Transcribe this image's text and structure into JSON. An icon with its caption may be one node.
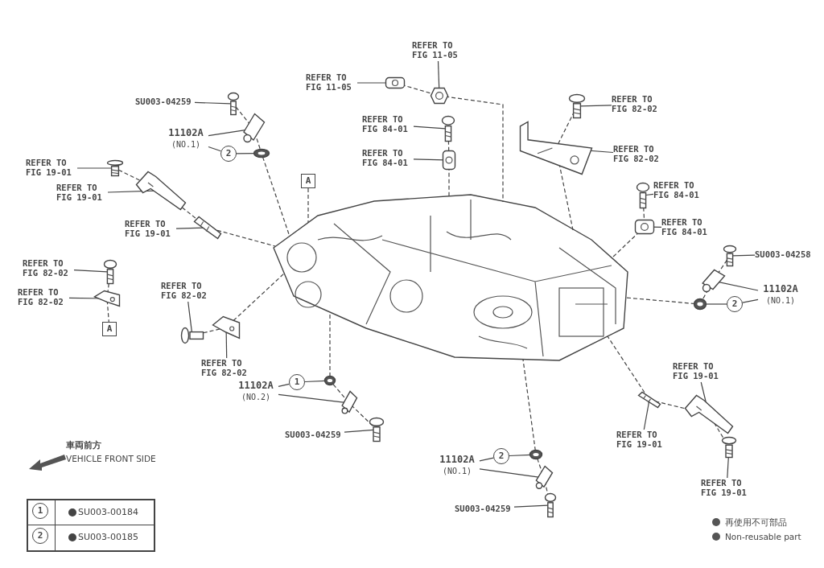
{
  "diagram": {
    "nodes": [
      {
        "text": [],
        "shape": "picture"
      },
      {
        "text": [
          "REFER TO FIG 11-05"
        ]
      },
      {
        "text": [],
        "shape": "picture"
      },
      {
        "text": [
          "REFER TO FIG 11-05"
        ]
      },
      {
        "text": [],
        "shape": "picture"
      },
      {
        "text": [
          "SU003-04259"
        ]
      },
      {
        "text": [],
        "shape": "picture"
      },
      {
        "text": [
          "11102A",
          "(NO.1)"
        ]
      },
      {
        "text": [],
        "shape": "picture"
      },
      {
        "text": [
          "2"
        ]
      },
      {
        "text": [],
        "shape": "picture"
      },
      {
        "text": [
          "REFER TO FIG 19-01"
        ]
      },
      {
        "text": [],
        "shape": "picture"
      },
      {
        "text": [
          "REFER TO FIG 19-01"
        ]
      },
      {
        "text": [],
        "shape": "picture"
      },
      {
        "text": [
          "REFER TO FIG 19-01"
        ]
      },
      {
        "text": [],
        "shape": "picture"
      },
      {
        "text": [
          "REFER TO FIG 84-01"
        ]
      },
      {
        "text": [],
        "shape": "picture"
      },
      {
        "text": [
          "REFER TO FIG 84-01"
        ]
      },
      {
        "text": [],
        "shape": "picture"
      },
      {
        "text": [
          "REFER TO FIG 82-02"
        ]
      },
      {
        "text": [],
        "shape": "picture"
      },
      {
        "text": [
          "REFER TO FIG 82-02"
        ]
      },
      {
        "text": [],
        "shape": "picture"
      },
      {
        "text": [
          "REFER TO FIG 84-01"
        ]
      },
      {
        "text": [],
        "shape": "picture"
      },
      {
        "text": [
          "REFER TO FIG 84-01"
        ]
      },
      {
        "text": [],
        "shape": "picture"
      },
      {
        "text": [
          "A"
        ]
      },
      {
        "text": [
          "REFER TO FIG 82-02"
        ]
      },
      {
        "text": [],
        "shape": "picture"
      },
      {
        "text": [
          "REFER TO FIG 82-02"
        ]
      },
      {
        "text": [],
        "shape": "picture"
      },
      {
        "text": [
          "A"
        ]
      },
      {
        "text": [
          "REFER TO FIG 82-02"
        ]
      },
      {
        "text": [],
        "shape": "picture"
      },
      {
        "text": [
          "REFER TO FIG 82-02"
        ]
      },
      {
        "text": [],
        "shape": "picture"
      },
      {
        "text": [
          "11102A",
          "(NO.2)"
        ]
      },
      {
        "text": [
          "1"
        ]
      },
      {
        "text": [],
        "shape": "picture"
      },
      {
        "text": [],
        "shape": "picture"
      },
      {
        "text": [
          "SU003-04259"
        ]
      },
      {
        "text": [],
        "shape": "picture"
      },
      {
        "text": [
          "SU003-04258"
        ]
      },
      {
        "text": [],
        "shape": "picture"
      },
      {
        "text": [],
        "shape": "picture"
      },
      {
        "text": [
          "11102A",
          "(NO.1)"
        ]
      },
      {
        "text": [
          "2"
        ]
      },
      {
        "text": [],
        "shape": "picture"
      },
      {
        "text": [
          "REFER TO FIG 19-01"
        ]
      },
      {
        "text": [],
        "shape": "picture"
      },
      {
        "text": [
          "REFER TO FIG 19-01"
        ]
      },
      {
        "text": [],
        "shape": "picture"
      },
      {
        "text": [],
        "shape": "picture"
      },
      {
        "text": [
          "REFER TO FIG 19-01"
        ]
      },
      {
        "text": [
          "11102A",
          "(NO.1)"
        ]
      },
      {
        "text": [
          "2"
        ]
      },
      {
        "text": [],
        "shape": "picture"
      },
      {
        "text": [],
        "shape": "picture"
      },
      {
        "text": [
          "SU003-04259"
        ]
      },
      {
        "text": [],
        "shape": "picture"
      },
      {
        "text": [
          "1"
        ]
      },
      {
        "text": [
          "2"
        ]
      }
    ],
    "edges": [
      {
        "from": 1,
        "to": 2,
        "arrow": "none"
      },
      {
        "from": 3,
        "to": 4,
        "arrow": "none"
      },
      {
        "from": 5,
        "to": 6,
        "arrow": "none"
      },
      {
        "from": 7,
        "to": 8,
        "arrow": "none"
      },
      {
        "from": 7,
        "to": 9,
        "arrow": "none"
      },
      {
        "from": 9,
        "to": 10,
        "arrow": "none"
      },
      {
        "from": 11,
        "to": 12,
        "arrow": "none"
      },
      {
        "from": 13,
        "to": 14,
        "arrow": "none"
      },
      {
        "from": 15,
        "to": 16,
        "arrow": "none"
      },
      {
        "from": 17,
        "to": 18,
        "arrow": "none"
      },
      {
        "from": 19,
        "to": 20,
        "arrow": "none"
      },
      {
        "from": 21,
        "to": 22,
        "arrow": "none"
      },
      {
        "from": 23,
        "to": 24,
        "arrow": "none"
      },
      {
        "from": 25,
        "to": 26,
        "arrow": "none"
      },
      {
        "from": 27,
        "to": 28,
        "arrow": "none"
      },
      {
        "from": 30,
        "to": 31,
        "arrow": "none"
      },
      {
        "from": 32,
        "to": 33,
        "arrow": "none"
      },
      {
        "from": 35,
        "to": 36,
        "arrow": "none"
      },
      {
        "from": 37,
        "to": 38,
        "arrow": "none"
      },
      {
        "from": 39,
        "to": 40,
        "arrow": "none"
      },
      {
        "from": 40,
        "to": 41,
        "arrow": "none"
      },
      {
        "from": 39,
        "to": 42,
        "arrow": "none"
      },
      {
        "from": 43,
        "to": 44,
        "arrow": "none"
      },
      {
        "from": 45,
        "to": 46,
        "arrow": "none"
      },
      {
        "from": 48,
        "to": 47,
        "arrow": "none"
      },
      {
        "from": 48,
        "to": 49,
        "arrow": "none"
      },
      {
        "from": 49,
        "to": 50,
        "arrow": "none"
      },
      {
        "from": 51,
        "to": 52,
        "arrow": "none"
      },
      {
        "from": 53,
        "to": 54,
        "arrow": "none"
      },
      {
        "from": 56,
        "to": 55,
        "arrow": "none"
      },
      {
        "from": 57,
        "to": 58,
        "arrow": "none"
      },
      {
        "from": 58,
        "to": 59,
        "arrow": "none"
      },
      {
        "from": 57,
        "to": 60,
        "arrow": "none"
      },
      {
        "from": 61,
        "to": 62,
        "arrow": "none"
      },
      {
        "from": 4,
        "to": 2,
        "arrow": "none",
        "style": "dashed"
      },
      {
        "from": 2,
        "to": 0,
        "arrow": "none",
        "style": "dashed"
      },
      {
        "from": 6,
        "to": 8,
        "arrow": "none",
        "style": "dashed"
      },
      {
        "from": 8,
        "to": 10,
        "arrow": "none",
        "style": "dashed"
      },
      {
        "from": 10,
        "to": 0,
        "arrow": "none",
        "style": "dashed"
      },
      {
        "from": 12,
        "to": 14,
        "arrow": "none",
        "style": "dashed"
      },
      {
        "from": 14,
        "to": 16,
        "arrow": "none",
        "style": "dashed"
      },
      {
        "from": 16,
        "to": 0,
        "arrow": "none",
        "style": "dashed"
      },
      {
        "from": 18,
        "to": 20,
        "arrow": "none",
        "style": "dashed"
      },
      {
        "from": 20,
        "to": 0,
        "arrow": "none",
        "style": "dashed"
      },
      {
        "from": 22,
        "to": 24,
        "arrow": "none",
        "style": "dashed"
      },
      {
        "from": 24,
        "to": 0,
        "arrow": "none",
        "style": "dashed"
      },
      {
        "from": 26,
        "to": 28,
        "arrow": "none",
        "style": "dashed"
      },
      {
        "from": 28,
        "to": 0,
        "arrow": "none",
        "style": "dashed"
      },
      {
        "from": 29,
        "to": 0,
        "arrow": "none",
        "style": "dashed"
      },
      {
        "from": 31,
        "to": 33,
        "arrow": "none",
        "style": "dashed"
      },
      {
        "from": 33,
        "to": 34,
        "arrow": "none",
        "style": "dashed"
      },
      {
        "from": 36,
        "to": 38,
        "arrow": "none",
        "style": "dashed"
      },
      {
        "from": 38,
        "to": 0,
        "arrow": "none",
        "style": "dashed"
      },
      {
        "from": 41,
        "to": 0,
        "arrow": "none",
        "style": "dashed"
      },
      {
        "from": 41,
        "to": 42,
        "arrow": "none",
        "style": "dashed"
      },
      {
        "from": 42,
        "to": 44,
        "arrow": "none",
        "style": "dashed"
      },
      {
        "from": 46,
        "to": 47,
        "arrow": "none",
        "style": "dashed"
      },
      {
        "from": 47,
        "to": 50,
        "arrow": "none",
        "style": "dashed"
      },
      {
        "from": 50,
        "to": 0,
        "arrow": "none",
        "style": "dashed"
      },
      {
        "from": 52,
        "to": 54,
        "arrow": "none",
        "style": "dashed"
      },
      {
        "from": 55,
        "to": 52,
        "arrow": "none",
        "style": "dashed"
      },
      {
        "from": 54,
        "to": 0,
        "arrow": "none",
        "style": "dashed"
      },
      {
        "from": 59,
        "to": 0,
        "arrow": "none",
        "style": "dashed"
      },
      {
        "from": 59,
        "to": 60,
        "arrow": "none",
        "style": "dashed"
      },
      {
        "from": 60,
        "to": 62,
        "arrow": "none",
        "style": "dashed"
      }
    ],
    "labels": [
      "車両前方",
      "VEHICLE FRONT SIDE",
      "SU003-00184",
      "SU003-00185"
    ],
    "legend": [
      {
        "text": "再使用不可部品"
      },
      {
        "text": "Non-reusable part"
      }
    ]
  }
}
